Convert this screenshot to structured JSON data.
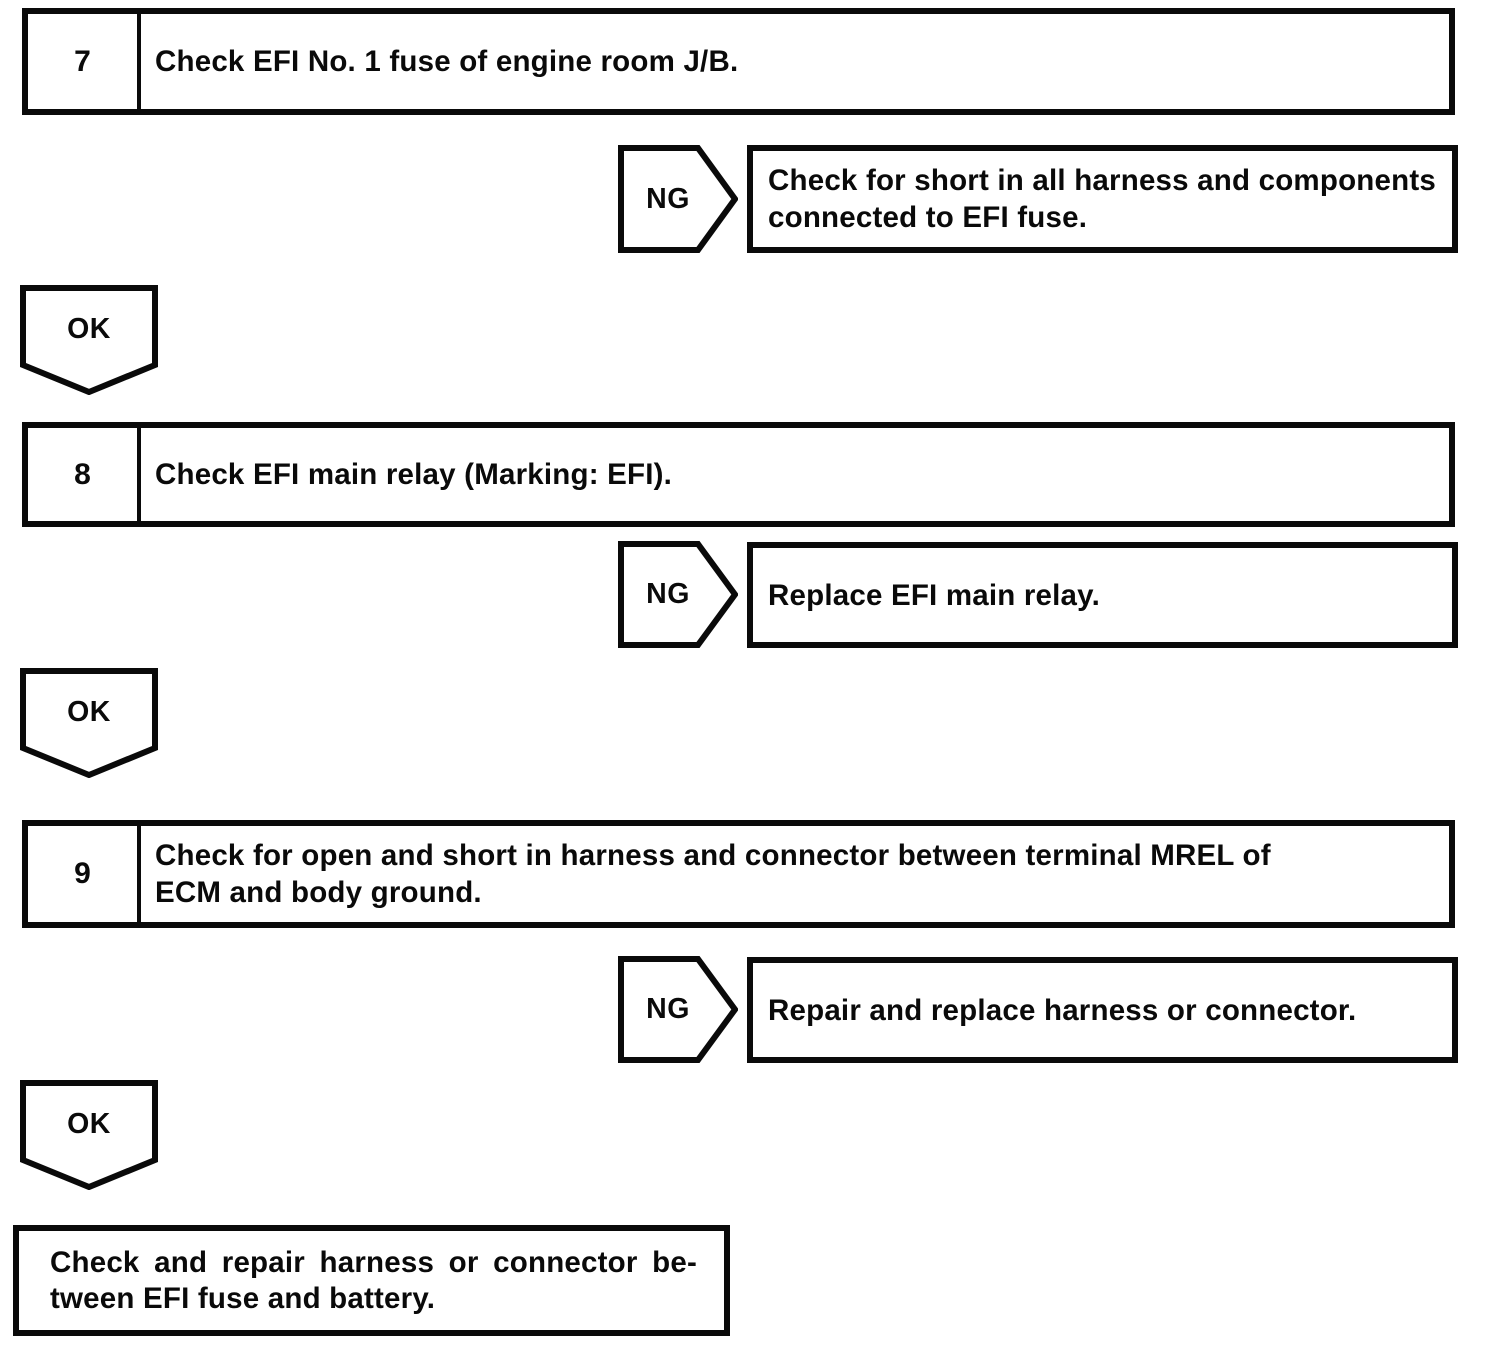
{
  "page": {
    "background_color": "#ffffff",
    "ink_color": "#0a0a0a",
    "kind": "diagnostic-troubleshooting-flowchart"
  },
  "steps": [
    {
      "number": "7",
      "lines": [
        "Check EFI No. 1 fuse of engine room J/B."
      ]
    },
    {
      "number": "8",
      "lines": [
        "Check EFI main relay (Marking: EFI)."
      ]
    },
    {
      "number": "9",
      "lines": [
        "Check for open and short in harness and connector between terminal MREL of",
        "ECM and body ground."
      ]
    }
  ],
  "ng_branches": [
    {
      "label": "NG",
      "lines": [
        "Check for short in all harness and components",
        "connected to EFI fuse."
      ]
    },
    {
      "label": "NG",
      "lines": [
        "Replace EFI main relay."
      ]
    },
    {
      "label": "NG",
      "lines": [
        "Repair and replace harness or connector."
      ]
    }
  ],
  "ok_connectors": [
    {
      "label": "OK"
    },
    {
      "label": "OK"
    },
    {
      "label": "OK"
    }
  ],
  "final_action": {
    "lines": [
      "Check and repair harness or connector be-",
      "tween EFI fuse and battery."
    ]
  }
}
